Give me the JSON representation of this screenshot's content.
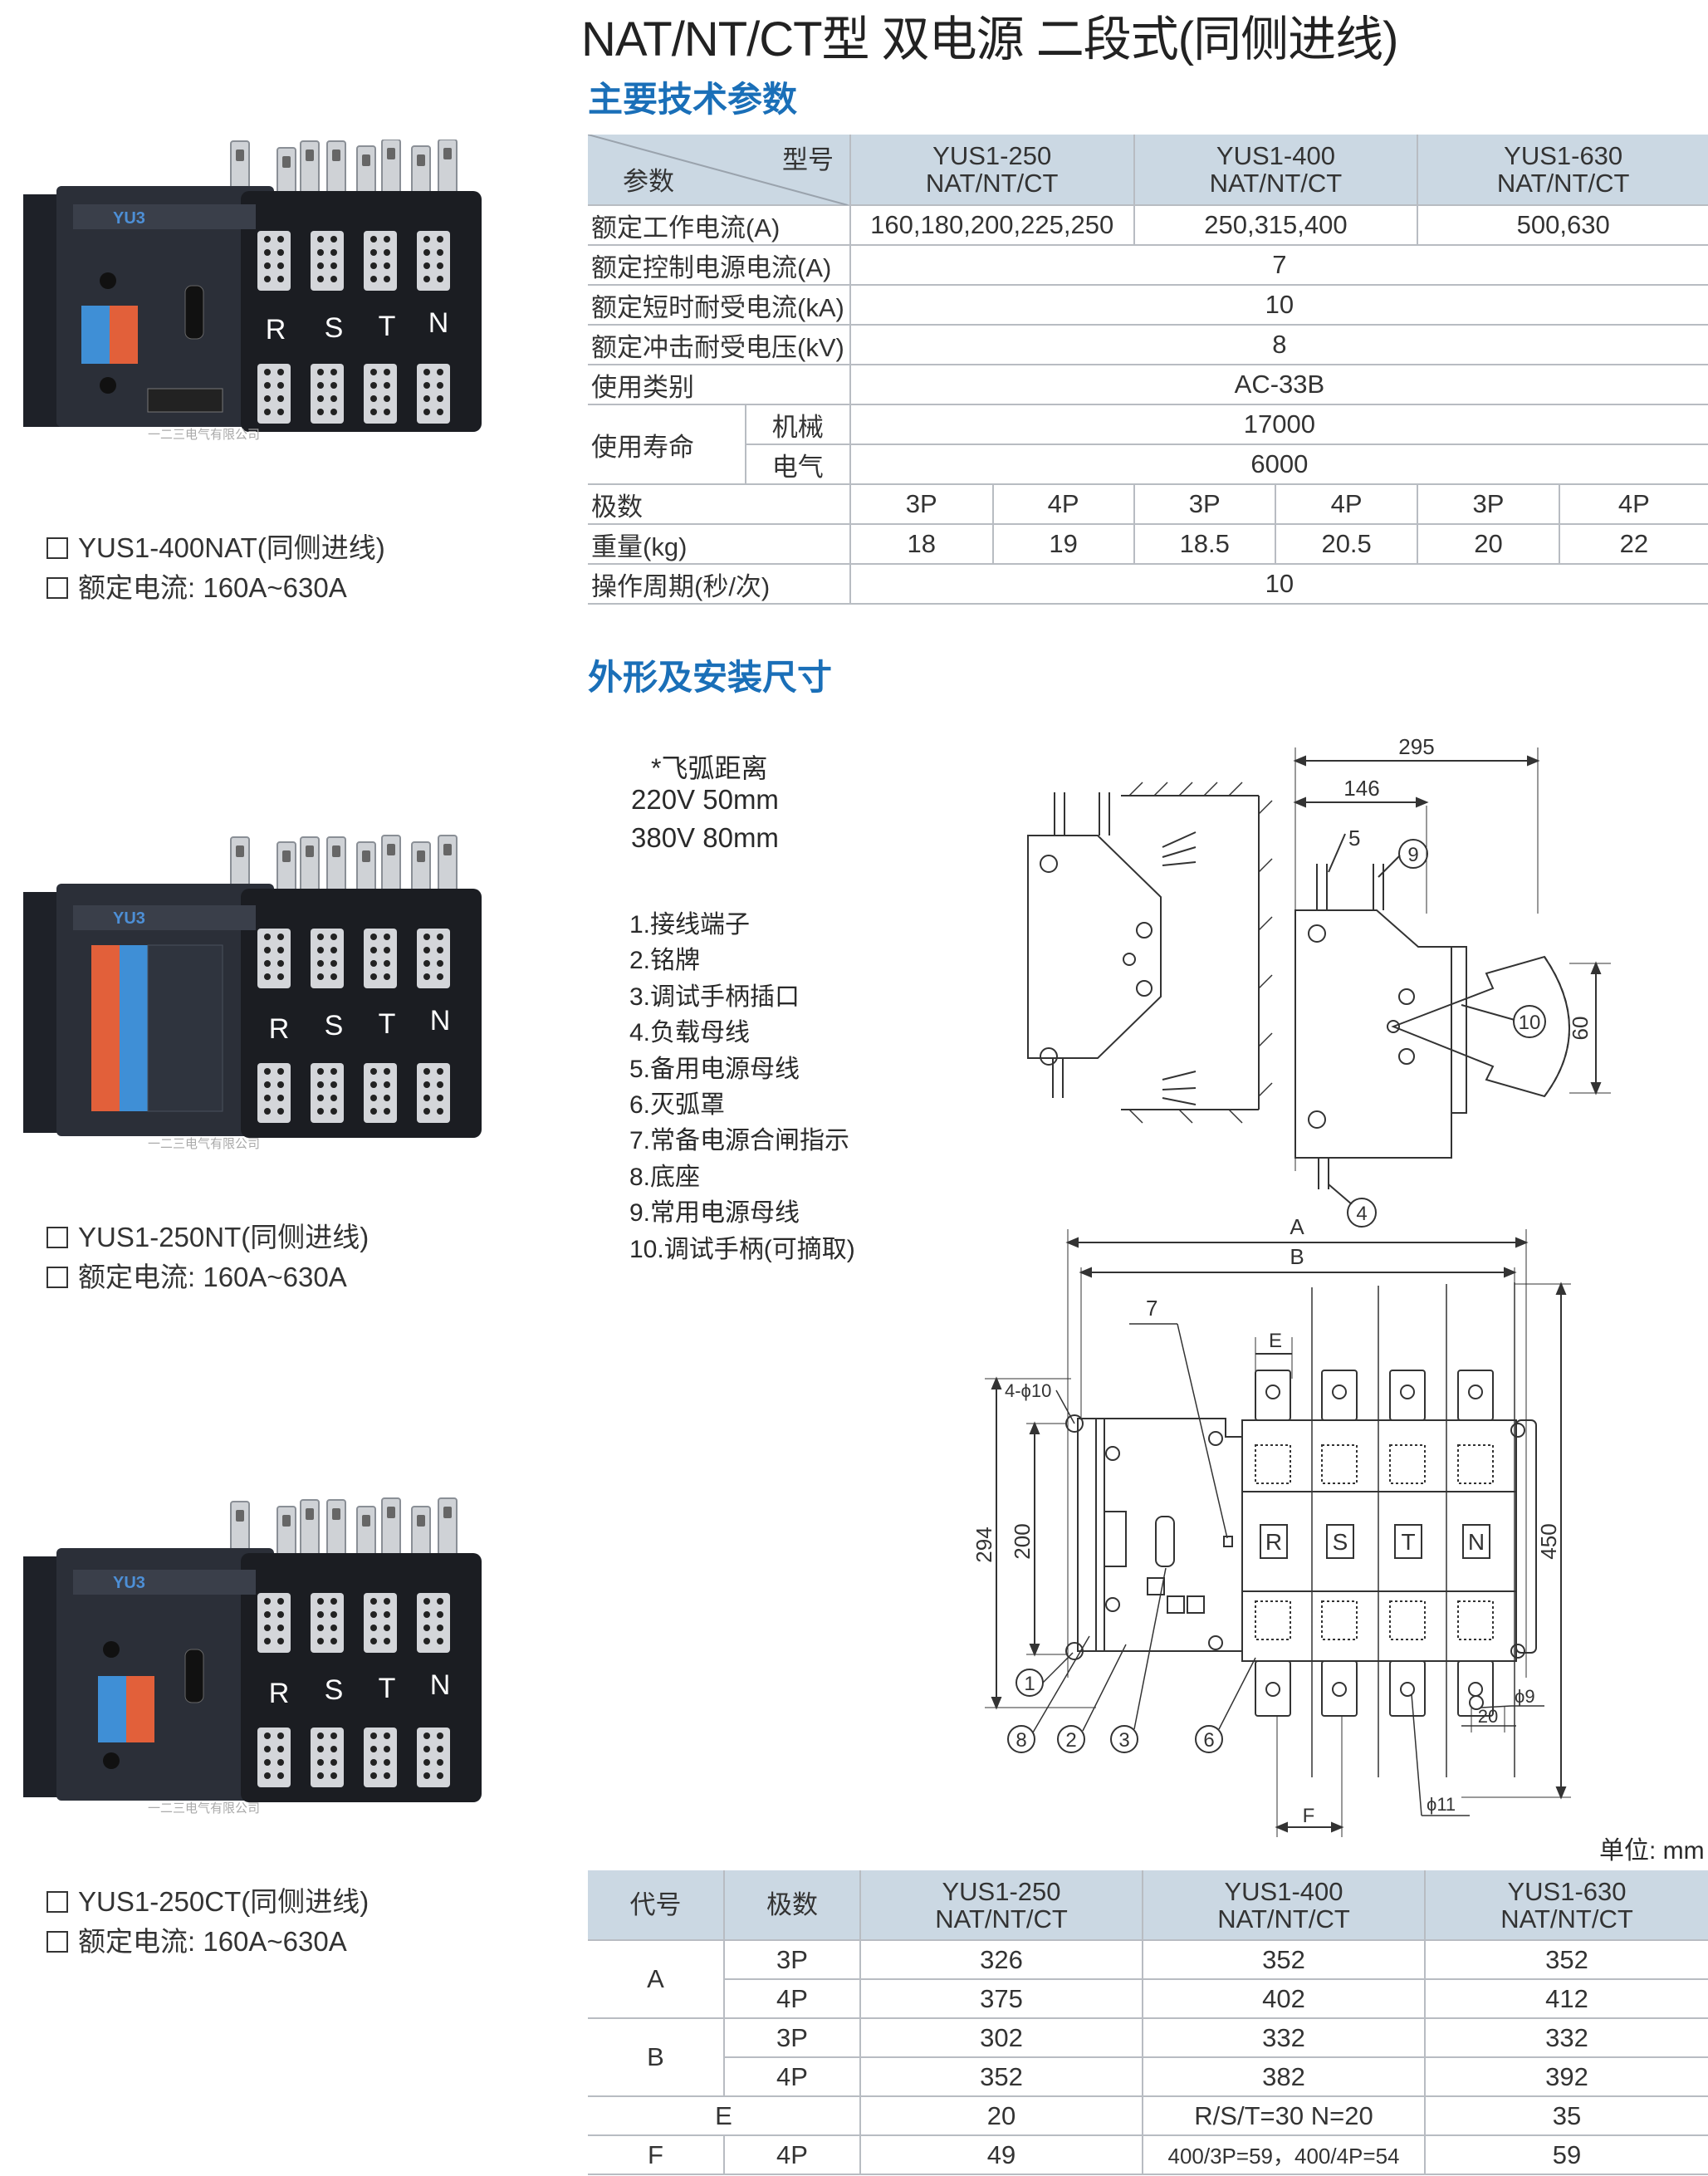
{
  "title": "NAT/NT/CT型 双电源 二段式(同侧进线)",
  "section_params": "主要技术参数",
  "section_dims": "外形及安装尺寸",
  "params_table": {
    "header_model": "型号",
    "header_param": "参数",
    "models": [
      {
        "l1": "YUS1-250",
        "l2": "NAT/NT/CT"
      },
      {
        "l1": "YUS1-400",
        "l2": "NAT/NT/CT"
      },
      {
        "l1": "YUS1-630",
        "l2": "NAT/NT/CT"
      }
    ],
    "rated_current": {
      "label": "额定工作电流(A)",
      "v250": "160,180,200,225,250",
      "v400": "250,315,400",
      "v630": "500,630"
    },
    "control_current": {
      "label": "额定控制电源电流(A)",
      "value": "7"
    },
    "short_time": {
      "label": "额定短时耐受电流(kA)",
      "value": "10"
    },
    "impulse": {
      "label": "额定冲击耐受电压(kV)",
      "value": "8"
    },
    "category": {
      "label": "使用类别",
      "value": "AC-33B"
    },
    "life": {
      "label": "使用寿命",
      "mech_label": "机械",
      "mech": "17000",
      "elec_label": "电气",
      "elec": "6000"
    },
    "poles": {
      "label": "极数",
      "values": [
        "3P",
        "4P",
        "3P",
        "4P",
        "3P",
        "4P"
      ]
    },
    "weight": {
      "label": "重量(kg)",
      "values": [
        "18",
        "19",
        "18.5",
        "20.5",
        "20",
        "22"
      ]
    },
    "cycle": {
      "label": "操作周期(秒/次)",
      "value": "10"
    }
  },
  "products": [
    {
      "name": "YUS1-400NAT(同侧进线)",
      "current": "额定电流: 160A~630A"
    },
    {
      "name": "YUS1-250NT(同侧进线)",
      "current": "额定电流: 160A~630A"
    },
    {
      "name": "YUS1-250CT(同侧进线)",
      "current": "额定电流: 160A~630A"
    }
  ],
  "device": {
    "phases": [
      "R",
      "S",
      "T",
      "N"
    ],
    "brand": "YU3",
    "maker": "一二三电气有限公司"
  },
  "arc_note": {
    "title": "*飞弧距离",
    "line1": "220V   50mm",
    "line2": "380V   80mm"
  },
  "legend": [
    "1.接线端子",
    "2.铭牌",
    "3.调试手柄插口",
    "4.负载母线",
    "5.备用电源母线",
    "6.灭弧罩",
    "7.常备电源合闸指示",
    "8.底座",
    "9.常用电源母线",
    "10.调试手柄(可摘取)"
  ],
  "side_drawing": {
    "d295": "295",
    "d146": "146",
    "d60": "60",
    "c5": "5",
    "c9": "9",
    "c10": "10",
    "c4": "4"
  },
  "front_drawing": {
    "dA": "A",
    "dB": "B",
    "dE": "E",
    "dF": "F",
    "d294": "294",
    "d200": "200",
    "d450": "450",
    "d20": "20",
    "hole": "4-ϕ10",
    "phi9": "ϕ9",
    "phi11": "ϕ11",
    "c7": "7",
    "c1": "1",
    "c8": "8",
    "c2": "2",
    "c3": "3",
    "c6": "6"
  },
  "unit": "单位: mm",
  "dims_table": {
    "h_code": "代号",
    "h_poles": "极数",
    "models": [
      {
        "l1": "YUS1-250",
        "l2": "NAT/NT/CT"
      },
      {
        "l1": "YUS1-400",
        "l2": "NAT/NT/CT"
      },
      {
        "l1": "YUS1-630",
        "l2": "NAT/NT/CT"
      }
    ],
    "A": {
      "code": "A",
      "r3": {
        "p": "3P",
        "v": [
          "326",
          "352",
          "352"
        ]
      },
      "r4": {
        "p": "4P",
        "v": [
          "375",
          "402",
          "412"
        ]
      }
    },
    "B": {
      "code": "B",
      "r3": {
        "p": "3P",
        "v": [
          "302",
          "332",
          "332"
        ]
      },
      "r4": {
        "p": "4P",
        "v": [
          "352",
          "382",
          "392"
        ]
      }
    },
    "E": {
      "code": "E",
      "v": [
        "20",
        "R/S/T=30  N=20",
        "35"
      ]
    },
    "F": {
      "code": "F",
      "p": "4P",
      "v": [
        "49",
        "400/3P=59，400/4P=54",
        "59"
      ]
    }
  },
  "colors": {
    "accent": "#1a6fb8",
    "header_fill": "#cbd8e3",
    "device_body": "#2b2f38",
    "terminal_red": "#e2603a",
    "terminal_blue": "#3f8fd6"
  }
}
